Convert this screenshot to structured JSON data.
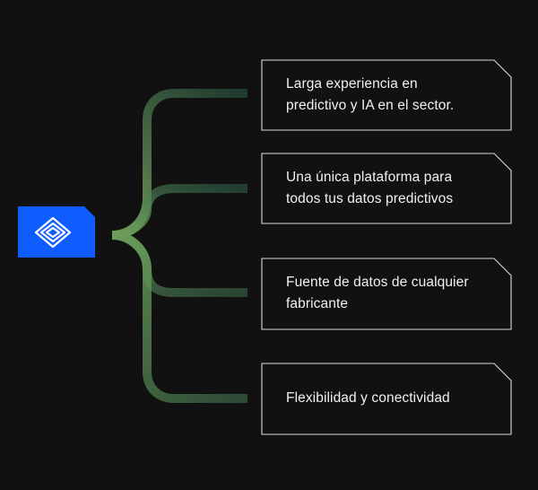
{
  "colors": {
    "background": "#111111",
    "brand_blue": "#0f5cff",
    "connector_green": "#6f9f5a",
    "card_border": "#d9d9d9",
    "text": "#f1f1f1"
  },
  "logo": {
    "icon": "layered-diamond-logo-icon"
  },
  "cards": [
    {
      "text": "Larga experiencia en\npredictivo y IA en el sector."
    },
    {
      "text": "Una única plataforma para\ntodos tus datos predictivos"
    },
    {
      "text": "Fuente de datos de cualquier\nfabricante"
    },
    {
      "text": "Flexibilidad y conectividad"
    }
  ]
}
